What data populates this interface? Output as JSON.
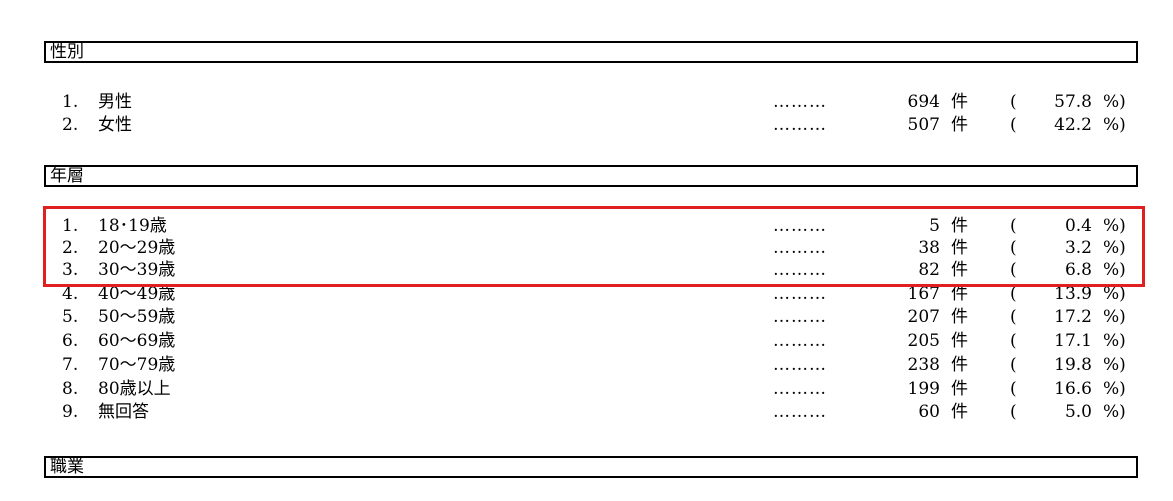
{
  "sections": [
    {
      "title": "性別",
      "rows": [
        {
          "num": "1.",
          "label": "男性",
          "dots": "………",
          "count": "694",
          "unit": "件",
          "lparen": "(",
          "pct": "57.8",
          "pctunit": "%)"
        },
        {
          "num": "2.",
          "label": "女性",
          "dots": "………",
          "count": "507",
          "unit": "件",
          "lparen": "(",
          "pct": "42.2",
          "pctunit": "%)"
        }
      ]
    },
    {
      "title": "年層",
      "rows": [
        {
          "num": "1.",
          "label": "18･19歳",
          "dots": "………",
          "count": "5",
          "unit": "件",
          "lparen": "(",
          "pct": "0.4",
          "pctunit": "%)"
        },
        {
          "num": "2.",
          "label": "20～29歳",
          "dots": "………",
          "count": "38",
          "unit": "件",
          "lparen": "(",
          "pct": "3.2",
          "pctunit": "%)"
        },
        {
          "num": "3.",
          "label": "30～39歳",
          "dots": "………",
          "count": "82",
          "unit": "件",
          "lparen": "(",
          "pct": "6.8",
          "pctunit": "%)"
        },
        {
          "num": "4.",
          "label": "40～49歳",
          "dots": "………",
          "count": "167",
          "unit": "件",
          "lparen": "(",
          "pct": "13.9",
          "pctunit": "%)"
        },
        {
          "num": "5.",
          "label": "50～59歳",
          "dots": "………",
          "count": "207",
          "unit": "件",
          "lparen": "(",
          "pct": "17.2",
          "pctunit": "%)"
        },
        {
          "num": "6.",
          "label": "60～69歳",
          "dots": "………",
          "count": "205",
          "unit": "件",
          "lparen": "(",
          "pct": "17.1",
          "pctunit": "%)"
        },
        {
          "num": "7.",
          "label": "70～79歳",
          "dots": "………",
          "count": "238",
          "unit": "件",
          "lparen": "(",
          "pct": "19.8",
          "pctunit": "%)"
        },
        {
          "num": "8.",
          "label": "80歳以上",
          "dots": "………",
          "count": "199",
          "unit": "件",
          "lparen": "(",
          "pct": "16.6",
          "pctunit": "%)"
        },
        {
          "num": "9.",
          "label": "無回答",
          "dots": "………",
          "count": "60",
          "unit": "件",
          "lparen": "(",
          "pct": "5.0",
          "pctunit": "%)"
        }
      ]
    },
    {
      "title": "職業",
      "rows": []
    }
  ],
  "highlight_color": "#e02020"
}
